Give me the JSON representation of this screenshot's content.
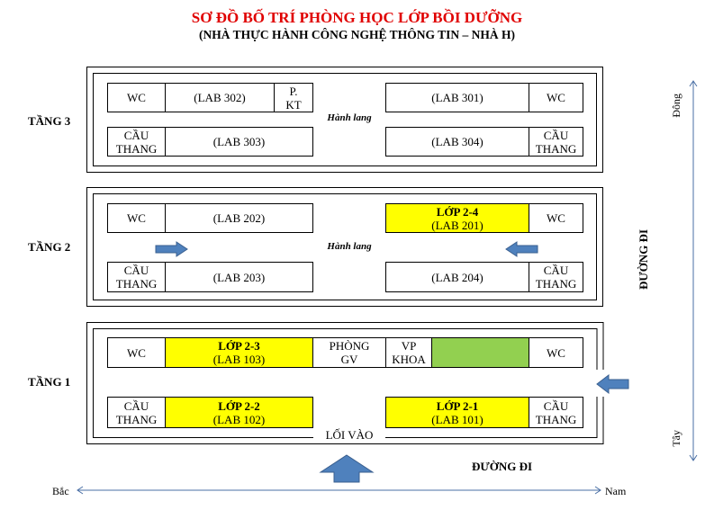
{
  "title": "SƠ ĐỒ BỐ TRÍ PHÒNG HỌC LỚP BỒI DƯỠNG",
  "subtitle": "(NHÀ THỰC HÀNH CÔNG NGHỆ THÔNG TIN – NHÀ H)",
  "floor3": {
    "label": "TẦNG 3",
    "wc": "WC",
    "lab302": "(LAB 302)",
    "pkt_line1": "P.",
    "pkt_line2": "KT",
    "lab301": "(LAB 301)",
    "stairs_line1": "CẦU",
    "stairs_line2": "THANG",
    "lab303": "(LAB 303)",
    "lab304": "(LAB 304)",
    "hall": "Hành lang"
  },
  "floor2": {
    "label": "TẦNG 2",
    "wc": "WC",
    "lab202": "(LAB 202)",
    "class24": "LỚP 2-4",
    "lab201": "(LAB 201)",
    "stairs_line1": "CẦU",
    "stairs_line2": "THANG",
    "lab203": "(LAB 203)",
    "lab204": "(LAB 204)",
    "hall": "Hành lang"
  },
  "floor1": {
    "label": "TẦNG 1",
    "wc": "WC",
    "class23": "LỚP 2-3",
    "lab103": "(LAB 103)",
    "teachers_line1": "PHÒNG",
    "teachers_line2": "GV",
    "office_line1": "VP",
    "office_line2": "KHOA",
    "stairs_line1": "CẦU",
    "stairs_line2": "THANG",
    "class22": "LỚP 2-2",
    "lab102": "(LAB 102)",
    "class21": "LỚP 2-1",
    "lab101": "(LAB 101)",
    "entrance": "LỐI VÀO"
  },
  "road_right": "ĐƯỜNG ĐI",
  "road_bottom": "ĐƯỜNG ĐI",
  "compass": {
    "east": "Đông",
    "west": "Tây",
    "north": "Bắc",
    "south": "Nam"
  },
  "colors": {
    "title": "#e00000",
    "highlight": "#ffff00",
    "office_green": "#92d050",
    "arrow": "#4f81bd",
    "axis": "#4a6fa5"
  }
}
